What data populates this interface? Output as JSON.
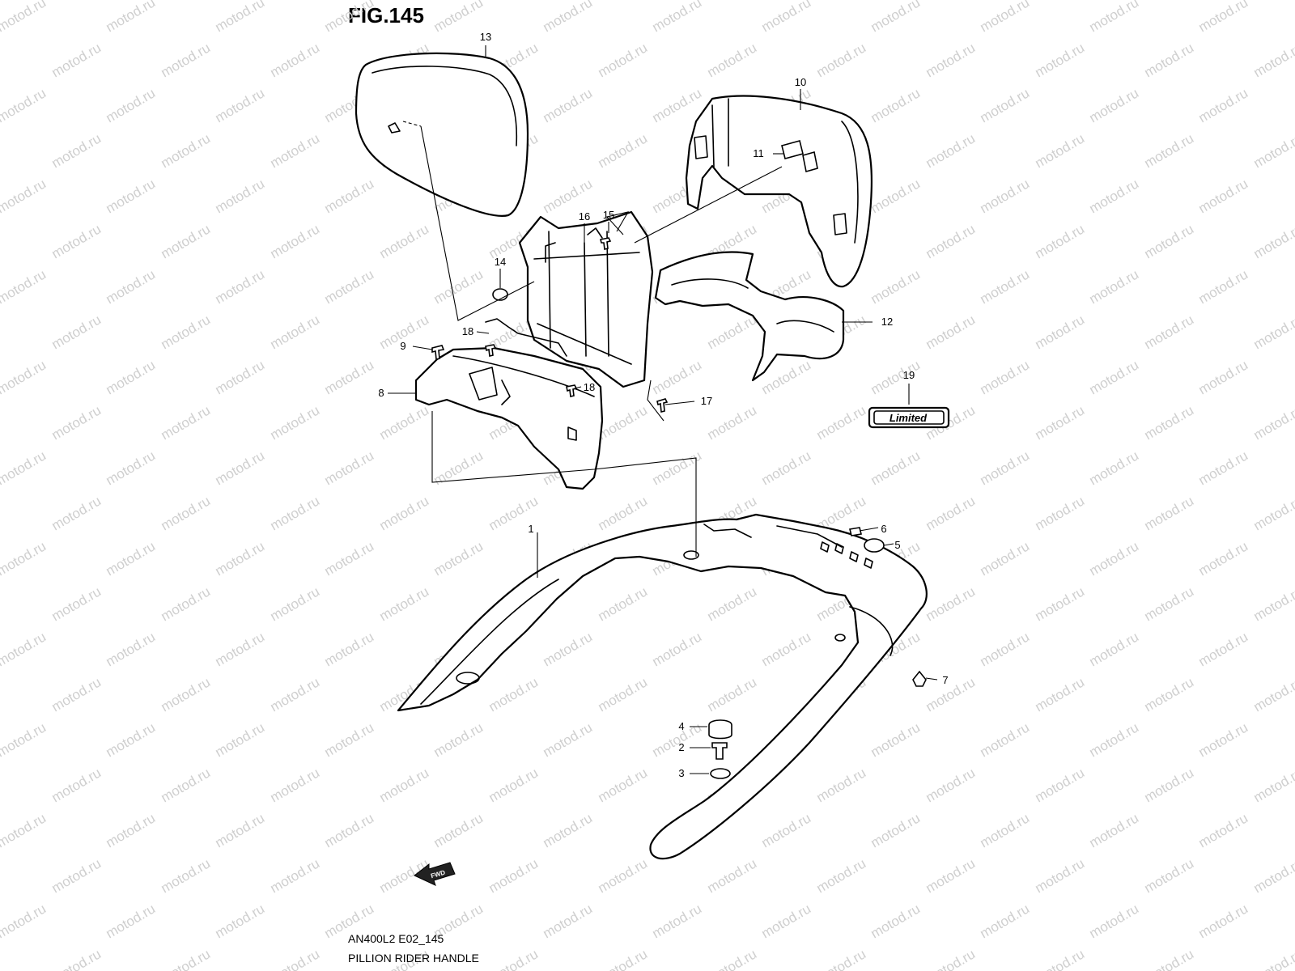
{
  "figure": {
    "title": "FIG.145",
    "model_code": "AN400L2 E02_145",
    "section_name": "PILLION RIDER HANDLE"
  },
  "watermark": {
    "text": "motod.ru",
    "color": "#cfcfcf"
  },
  "badge": {
    "text": "Limited"
  },
  "fwd_arrow": {
    "text": "FWD"
  },
  "callouts": [
    {
      "id": "c1",
      "num": "1"
    },
    {
      "id": "c2",
      "num": "2"
    },
    {
      "id": "c3",
      "num": "3"
    },
    {
      "id": "c4",
      "num": "4"
    },
    {
      "id": "c5",
      "num": "5"
    },
    {
      "id": "c6",
      "num": "6"
    },
    {
      "id": "c7",
      "num": "7"
    },
    {
      "id": "c8",
      "num": "8"
    },
    {
      "id": "c9",
      "num": "9"
    },
    {
      "id": "c10",
      "num": "10"
    },
    {
      "id": "c11",
      "num": "11"
    },
    {
      "id": "c12",
      "num": "12"
    },
    {
      "id": "c13",
      "num": "13"
    },
    {
      "id": "c14",
      "num": "14"
    },
    {
      "id": "c15",
      "num": "15"
    },
    {
      "id": "c16",
      "num": "16"
    },
    {
      "id": "c17",
      "num": "17"
    },
    {
      "id": "c18a",
      "num": "18"
    },
    {
      "id": "c18b",
      "num": "18"
    },
    {
      "id": "c19",
      "num": "19"
    }
  ]
}
